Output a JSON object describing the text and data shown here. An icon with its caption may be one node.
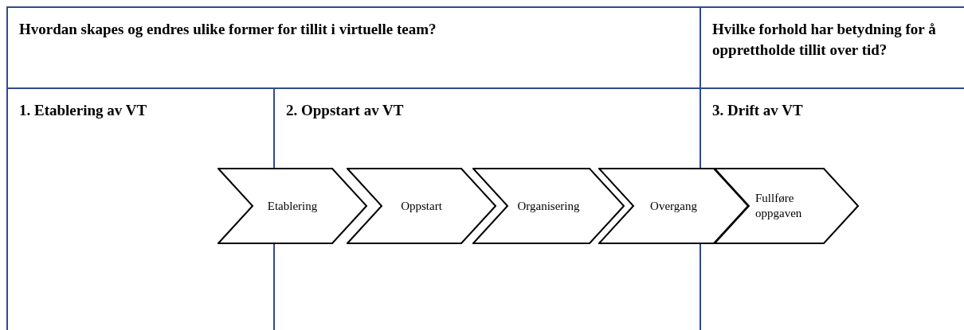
{
  "diagram": {
    "nodes": [
      {
        "text": [
          "Hvordan skapes og endres ulike former for tillit i virtuelle team?"
        ]
      },
      {
        "text": [
          "Hvilke forhold har betydning for å opprettholde tillit over tid?"
        ]
      },
      {
        "text": [
          "1. Etablering av VT"
        ]
      },
      {
        "text": [
          "2. Oppstart av VT"
        ]
      },
      {
        "text": [
          "3. Drift av VT"
        ]
      },
      {
        "text": [
          "Etablering"
        ]
      },
      {
        "text": [
          "Oppstart"
        ],
        "in": 3
      },
      {
        "text": [
          "Organisering"
        ],
        "in": 3
      },
      {
        "text": [
          "Overgang"
        ]
      },
      {
        "text": [
          "Fullføre oppgaven"
        ],
        "in": 4
      }
    ],
    "edges": []
  }
}
